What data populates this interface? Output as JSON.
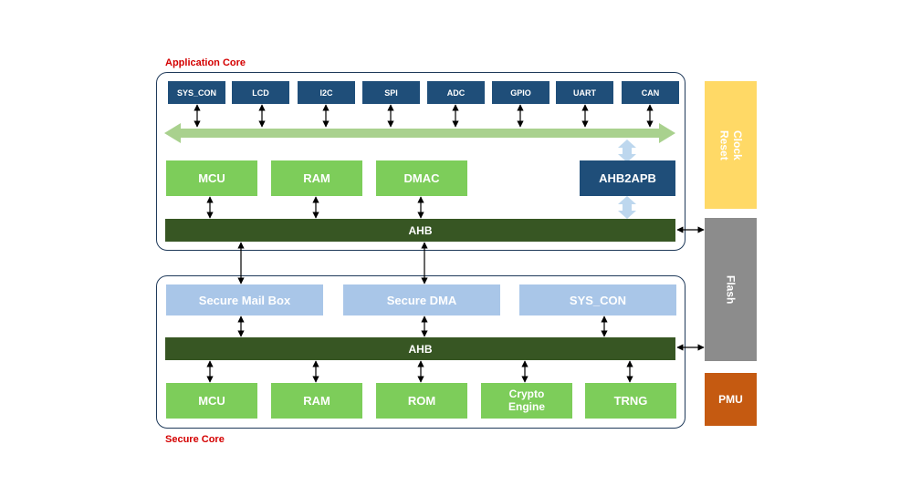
{
  "application_core": {
    "label": "Application Core",
    "peripherals": [
      "SYS_CON",
      "LCD",
      "I2C",
      "SPI",
      "ADC",
      "GPIO",
      "UART",
      "CAN"
    ],
    "blocks": {
      "mcu": "MCU",
      "ram": "RAM",
      "dmac": "DMAC",
      "bridge": "AHB2APB"
    },
    "bus": "AHB"
  },
  "secure_core": {
    "label": "Secure Core",
    "top_blocks": [
      "Secure Mail Box",
      "Secure DMA",
      "SYS_CON"
    ],
    "bus": "AHB",
    "bottom_blocks": {
      "mcu": "MCU",
      "ram": "RAM",
      "rom": "ROM",
      "crypto": "Crypto Engine",
      "trng": "TRNG"
    }
  },
  "side_blocks": {
    "clock_reset": "Clock Reset",
    "flash": "Flash",
    "pmu": "PMU"
  },
  "colors": {
    "frame": "#1f3a5a",
    "peripheral": "#1f4e79",
    "green": "#7dcd5a",
    "ahb": "#375623",
    "light_blue": "#a9c6e8",
    "clock_reset": "#ffd966",
    "flash": "#8c8c8c",
    "pmu": "#c55a11",
    "label_red": "#d40000",
    "apb_bus": "#a9d18e"
  }
}
